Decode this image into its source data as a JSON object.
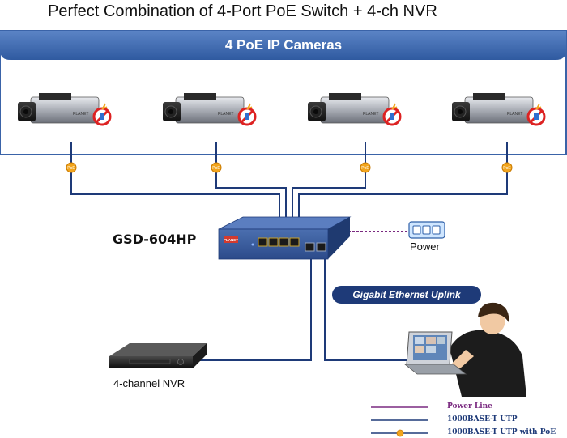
{
  "title": "Perfect Combination of 4-Port PoE Switch + 4-ch NVR",
  "cameras_banner": "4 PoE IP Cameras",
  "poe_badge": "PoE",
  "switch": {
    "model": "GSD-604HP",
    "logo": "PLANET"
  },
  "camera_brand": "PLANET",
  "power_label": "Power",
  "uplink_label": "Gigabit Ethernet Uplink",
  "nvr_label": "4-channel NVR",
  "legend": {
    "power_line": "Power Line",
    "utp": "1000BASE-T UTP",
    "utp_poe": "1000BASE-T UTP with PoE"
  },
  "colors": {
    "banner": "#3a63a8",
    "cable": "#1e3a78",
    "power_line": "#7a2a80",
    "poe_badge": "#f2a51d",
    "switch_body": "#2f4f8f"
  }
}
